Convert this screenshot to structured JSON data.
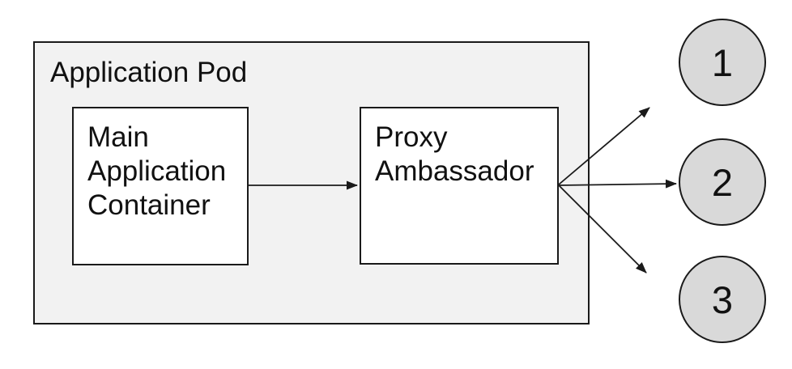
{
  "diagram": {
    "pod": {
      "label": "Application Pod"
    },
    "nodes": [
      {
        "id": "main-application-container",
        "label": "Main Application Container"
      },
      {
        "id": "proxy-ambassador",
        "label": "Proxy Ambassador"
      }
    ],
    "endpoints": [
      {
        "id": "endpoint-1",
        "label": "1"
      },
      {
        "id": "endpoint-2",
        "label": "2"
      },
      {
        "id": "endpoint-3",
        "label": "3"
      }
    ],
    "edges": [
      {
        "from": "main-application-container",
        "to": "proxy-ambassador"
      },
      {
        "from": "proxy-ambassador",
        "to": "endpoint-1"
      },
      {
        "from": "proxy-ambassador",
        "to": "endpoint-2"
      },
      {
        "from": "proxy-ambassador",
        "to": "endpoint-3"
      }
    ],
    "colors": {
      "canvas_bg": "#ffffff",
      "pod_fill": "#f2f2f2",
      "node_fill": "#ffffff",
      "endpoint_fill": "#d9d9d9",
      "stroke": "#1a1a1a",
      "text": "#111111"
    }
  }
}
